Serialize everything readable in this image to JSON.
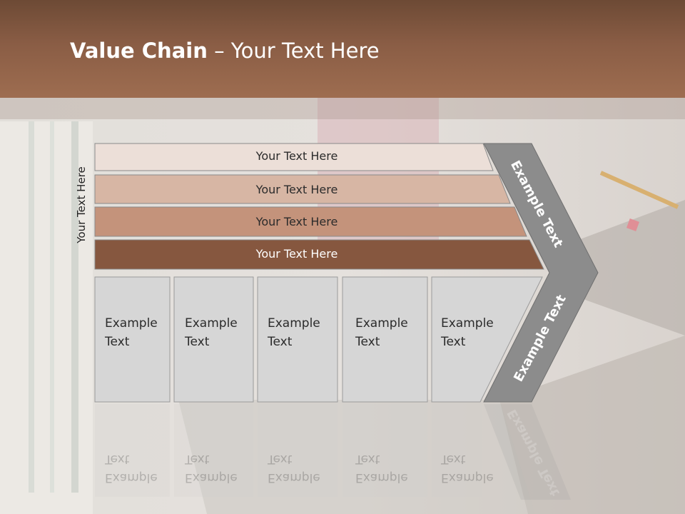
{
  "title": {
    "bold": "Value Chain",
    "rest": " – Your Text Here"
  },
  "side_label": "Your Text Here",
  "bars": [
    {
      "label": "Your Text Here",
      "color": "#ecdfd8"
    },
    {
      "label": "Your Text Here",
      "color": "#d7b6a4"
    },
    {
      "label": "Your Text Here",
      "color": "#c4937b"
    },
    {
      "label": "Your Text Here",
      "color": "#86573f"
    }
  ],
  "boxes": [
    {
      "line1": "Example",
      "line2": "Text"
    },
    {
      "line1": "Example",
      "line2": "Text"
    },
    {
      "line1": "Example",
      "line2": "Text"
    },
    {
      "line1": "Example",
      "line2": "Text"
    },
    {
      "line1": "Example",
      "line2": "Text"
    }
  ],
  "chevron": {
    "upper": "Example Text",
    "lower": "Example Text",
    "color": "#8c8c8c"
  }
}
